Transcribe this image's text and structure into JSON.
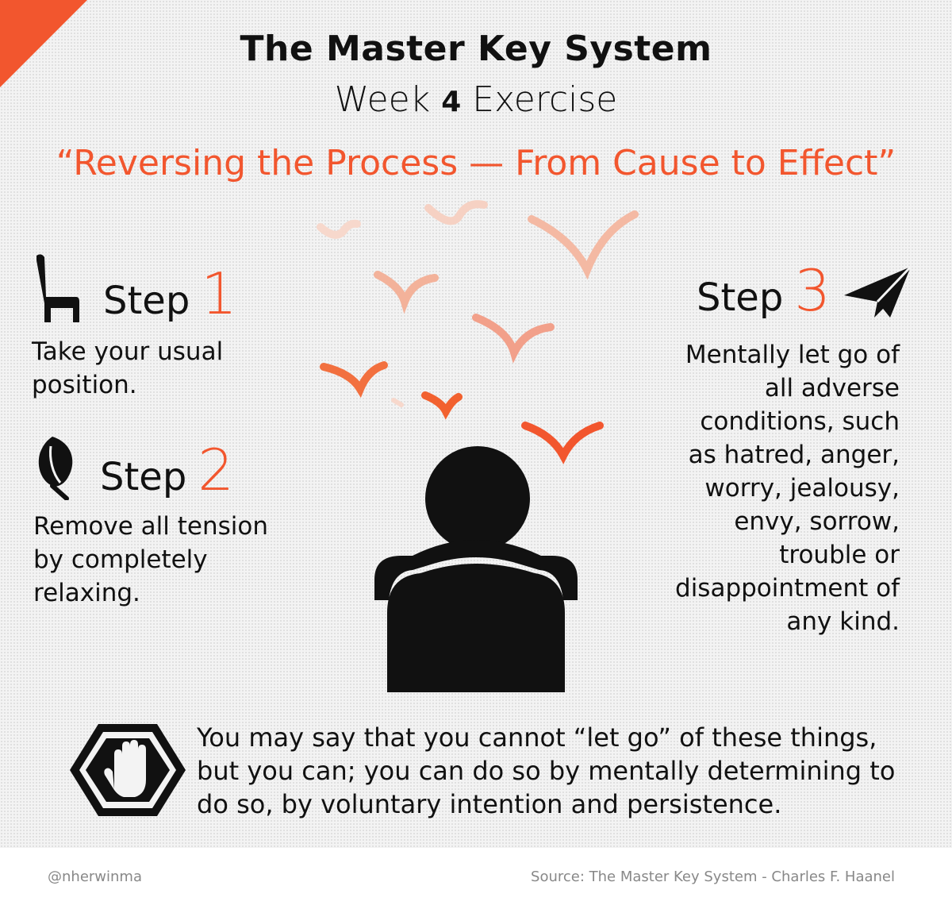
{
  "header": {
    "title": "The Master Key System",
    "subtitle_prefix": "Week",
    "subtitle_number": "4",
    "subtitle_suffix": "Exercise",
    "quote": "“Reversing the Process — From Cause to Effect”"
  },
  "steps": [
    {
      "label": "Step",
      "number": "1",
      "icon": "chair-icon",
      "text": "Take your usual position."
    },
    {
      "label": "Step",
      "number": "2",
      "icon": "leaf-icon",
      "text": "Remove all tension by completely relaxing."
    },
    {
      "label": "Step",
      "number": "3",
      "icon": "paper-plane-icon",
      "text": "Mentally let go of all adverse conditions, such as hatred, anger, worry, jealousy, envy, sorrow, trouble or disappointment of any kind."
    }
  ],
  "note": {
    "icon": "stop-hand-icon",
    "text": "You may say that you cannot “let go” of these things, but you can; you can do so by mentally determining to do so, by voluntary intention and persistence."
  },
  "footer": {
    "handle": "@nherwinma",
    "source": "Source: The Master Key System - Charles F. Haanel"
  },
  "colors": {
    "accent": "#f2562e",
    "text": "#111111"
  }
}
